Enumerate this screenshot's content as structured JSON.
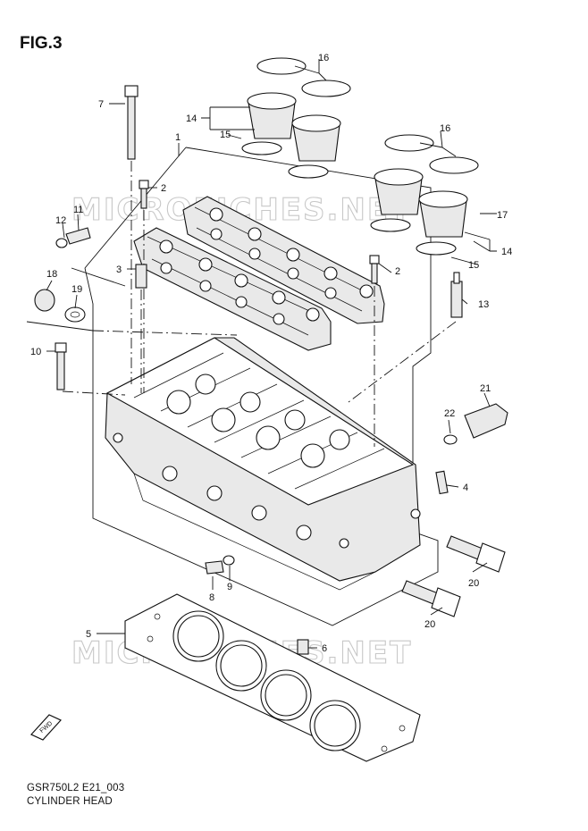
{
  "figure": {
    "title": "FIG.3",
    "model_code": "GSR750L2 E21_003",
    "name": "CYLINDER HEAD",
    "watermark": "MICROFICHES.NET",
    "direction_badge": "FWD"
  },
  "callouts": {
    "c1": "1",
    "c2a": "2",
    "c2b": "2",
    "c3": "3",
    "c4": "4",
    "c5": "5",
    "c6": "6",
    "c7": "7",
    "c8": "8",
    "c9": "9",
    "c10": "10",
    "c11": "11",
    "c12": "12",
    "c13": "13",
    "c14a": "14",
    "c14b": "14",
    "c15a": "15",
    "c15b": "15",
    "c16a": "16",
    "c16b": "16",
    "c17": "17",
    "c18": "18",
    "c19": "19",
    "c20a": "20",
    "c20b": "20",
    "c21": "21",
    "c22": "22"
  },
  "icons": {
    "fwd": "fwd-arrow-icon"
  }
}
